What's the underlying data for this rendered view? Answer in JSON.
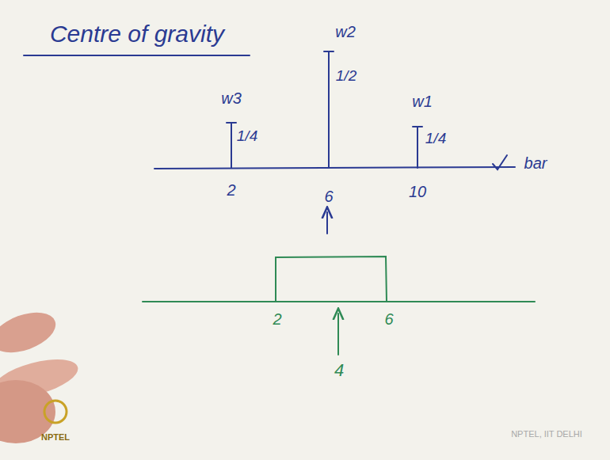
{
  "diagram": {
    "title": "Centre of gravity",
    "labels": [
      "w3",
      "1/4",
      "w2",
      "1/2",
      "w1",
      "1/4",
      "bar",
      "2",
      "6",
      "10",
      "2",
      "6",
      "4",
      "NPTEL",
      "NPTEL, IIT DELHI"
    ]
  }
}
